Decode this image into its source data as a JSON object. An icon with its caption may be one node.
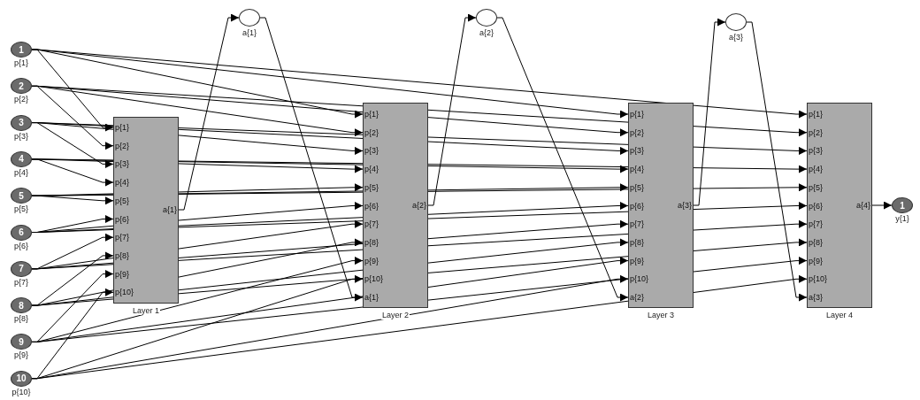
{
  "diagram": {
    "nodes": [
      {
        "text": [
          "1"
        ],
        "beside": [
          "p{1}"
        ]
      },
      {
        "text": [
          "2"
        ],
        "beside": [
          "p{2}"
        ]
      },
      {
        "text": [
          "3"
        ],
        "beside": [
          "p{3}"
        ]
      },
      {
        "text": [
          "4"
        ],
        "beside": [
          "p{4}"
        ]
      },
      {
        "text": [
          "5"
        ],
        "beside": [
          "p{5}"
        ]
      },
      {
        "text": [
          "6"
        ],
        "beside": [
          "p{6}"
        ]
      },
      {
        "text": [
          "7"
        ],
        "beside": [
          "p{7}"
        ]
      },
      {
        "text": [
          "8"
        ],
        "beside": [
          "p{8}"
        ]
      },
      {
        "text": [
          "9"
        ],
        "beside": [
          "p{9}"
        ]
      },
      {
        "text": [
          "10"
        ],
        "beside": [
          "p{10}"
        ]
      },
      {
        "text": [
          "Layer 1"
        ]
      },
      {
        "text": [
          "p{1}"
        ],
        "in": 10
      },
      {
        "text": [
          "p{2}"
        ],
        "in": 10
      },
      {
        "text": [
          "p{3}"
        ],
        "in": 10
      },
      {
        "text": [
          "p{4}"
        ],
        "in": 10
      },
      {
        "text": [
          "p{5}"
        ],
        "in": 10
      },
      {
        "text": [
          "p{6}"
        ],
        "in": 10
      },
      {
        "text": [
          "p{7}"
        ],
        "in": 10
      },
      {
        "text": [
          "p{8}"
        ],
        "in": 10
      },
      {
        "text": [
          "p{9}"
        ],
        "in": 10
      },
      {
        "text": [
          "p{10}"
        ],
        "in": 10
      },
      {
        "text": [
          "a{1}"
        ],
        "in": 10
      },
      {
        "text": [
          "a{1}"
        ]
      },
      {
        "text": [
          "Layer 2"
        ]
      },
      {
        "text": [
          "p{1}"
        ],
        "in": 23
      },
      {
        "text": [
          "p{2}"
        ],
        "in": 23
      },
      {
        "text": [
          "p{3}"
        ],
        "in": 23
      },
      {
        "text": [
          "p{4}"
        ],
        "in": 23
      },
      {
        "text": [
          "p{5}"
        ],
        "in": 23
      },
      {
        "text": [
          "p{6}"
        ],
        "in": 23
      },
      {
        "text": [
          "p{7}"
        ],
        "in": 23
      },
      {
        "text": [
          "p{8}"
        ],
        "in": 23
      },
      {
        "text": [
          "p{9}"
        ],
        "in": 23
      },
      {
        "text": [
          "p{10}"
        ],
        "in": 23
      },
      {
        "text": [
          "a{1}"
        ],
        "in": 23
      },
      {
        "text": [
          "a{2}"
        ],
        "in": 23
      },
      {
        "text": [
          "a{2}"
        ]
      },
      {
        "text": [
          "Layer 3"
        ]
      },
      {
        "text": [
          "p{1}"
        ],
        "in": 37
      },
      {
        "text": [
          "p{2}"
        ],
        "in": 37
      },
      {
        "text": [
          "p{3}"
        ],
        "in": 37
      },
      {
        "text": [
          "p{4}"
        ],
        "in": 37
      },
      {
        "text": [
          "p{5}"
        ],
        "in": 37
      },
      {
        "text": [
          "p{6}"
        ],
        "in": 37
      },
      {
        "text": [
          "p{7}"
        ],
        "in": 37
      },
      {
        "text": [
          "p{8}"
        ],
        "in": 37
      },
      {
        "text": [
          "p{9}"
        ],
        "in": 37
      },
      {
        "text": [
          "p{10}"
        ],
        "in": 37
      },
      {
        "text": [
          "a{2}"
        ],
        "in": 37
      },
      {
        "text": [
          "a{3}"
        ],
        "in": 37
      },
      {
        "text": [
          "a{3}"
        ]
      },
      {
        "text": [
          "Layer 4"
        ]
      },
      {
        "text": [
          "p{1}"
        ],
        "in": 51
      },
      {
        "text": [
          "p{2}"
        ],
        "in": 51
      },
      {
        "text": [
          "p{3}"
        ],
        "in": 51
      },
      {
        "text": [
          "p{4}"
        ],
        "in": 51
      },
      {
        "text": [
          "p{5}"
        ],
        "in": 51
      },
      {
        "text": [
          "p{6}"
        ],
        "in": 51
      },
      {
        "text": [
          "p{7}"
        ],
        "in": 51
      },
      {
        "text": [
          "p{8}"
        ],
        "in": 51
      },
      {
        "text": [
          "p{9}"
        ],
        "in": 51
      },
      {
        "text": [
          "p{10}"
        ],
        "in": 51
      },
      {
        "text": [
          "a{3}"
        ],
        "in": 51
      },
      {
        "text": [
          "a{4}"
        ],
        "in": 51
      },
      {
        "text": [
          "1"
        ],
        "beside": [
          "y{1}"
        ]
      }
    ],
    "edges": [
      {
        "from": 0,
        "to": 11,
        "arrow": "to"
      },
      {
        "from": 0,
        "to": 24,
        "arrow": "to"
      },
      {
        "from": 0,
        "to": 38,
        "arrow": "to"
      },
      {
        "from": 0,
        "to": 52,
        "arrow": "to"
      },
      {
        "from": 1,
        "to": 12,
        "arrow": "to"
      },
      {
        "from": 1,
        "to": 25,
        "arrow": "to"
      },
      {
        "from": 1,
        "to": 39,
        "arrow": "to"
      },
      {
        "from": 1,
        "to": 53,
        "arrow": "to"
      },
      {
        "from": 2,
        "to": 13,
        "arrow": "to"
      },
      {
        "from": 2,
        "to": 26,
        "arrow": "to"
      },
      {
        "from": 2,
        "to": 40,
        "arrow": "to"
      },
      {
        "from": 2,
        "to": 54,
        "arrow": "to"
      },
      {
        "from": 3,
        "to": 14,
        "arrow": "to"
      },
      {
        "from": 3,
        "to": 27,
        "arrow": "to"
      },
      {
        "from": 3,
        "to": 41,
        "arrow": "to"
      },
      {
        "from": 3,
        "to": 55,
        "arrow": "to"
      },
      {
        "from": 4,
        "to": 15,
        "arrow": "to"
      },
      {
        "from": 4,
        "to": 28,
        "arrow": "to"
      },
      {
        "from": 4,
        "to": 42,
        "arrow": "to"
      },
      {
        "from": 4,
        "to": 56,
        "arrow": "to"
      },
      {
        "from": 5,
        "to": 16,
        "arrow": "to"
      },
      {
        "from": 5,
        "to": 29,
        "arrow": "to"
      },
      {
        "from": 5,
        "to": 43,
        "arrow": "to"
      },
      {
        "from": 5,
        "to": 57,
        "arrow": "to"
      },
      {
        "from": 6,
        "to": 17,
        "arrow": "to"
      },
      {
        "from": 6,
        "to": 30,
        "arrow": "to"
      },
      {
        "from": 6,
        "to": 44,
        "arrow": "to"
      },
      {
        "from": 6,
        "to": 58,
        "arrow": "to"
      },
      {
        "from": 7,
        "to": 18,
        "arrow": "to"
      },
      {
        "from": 7,
        "to": 31,
        "arrow": "to"
      },
      {
        "from": 7,
        "to": 45,
        "arrow": "to"
      },
      {
        "from": 7,
        "to": 59,
        "arrow": "to"
      },
      {
        "from": 8,
        "to": 19,
        "arrow": "to"
      },
      {
        "from": 8,
        "to": 32,
        "arrow": "to"
      },
      {
        "from": 8,
        "to": 46,
        "arrow": "to"
      },
      {
        "from": 8,
        "to": 60,
        "arrow": "to"
      },
      {
        "from": 9,
        "to": 20,
        "arrow": "to"
      },
      {
        "from": 9,
        "to": 33,
        "arrow": "to"
      },
      {
        "from": 9,
        "to": 47,
        "arrow": "to"
      },
      {
        "from": 9,
        "to": 61,
        "arrow": "to"
      },
      {
        "from": 21,
        "to": 22,
        "arrow": "to"
      },
      {
        "from": 22,
        "to": 34,
        "arrow": "to"
      },
      {
        "from": 35,
        "to": 36,
        "arrow": "to"
      },
      {
        "from": 36,
        "to": 48,
        "arrow": "to"
      },
      {
        "from": 49,
        "to": 50,
        "arrow": "to"
      },
      {
        "from": 50,
        "to": 62,
        "arrow": "to"
      },
      {
        "from": 63,
        "to": 64,
        "arrow": "to"
      }
    ]
  }
}
